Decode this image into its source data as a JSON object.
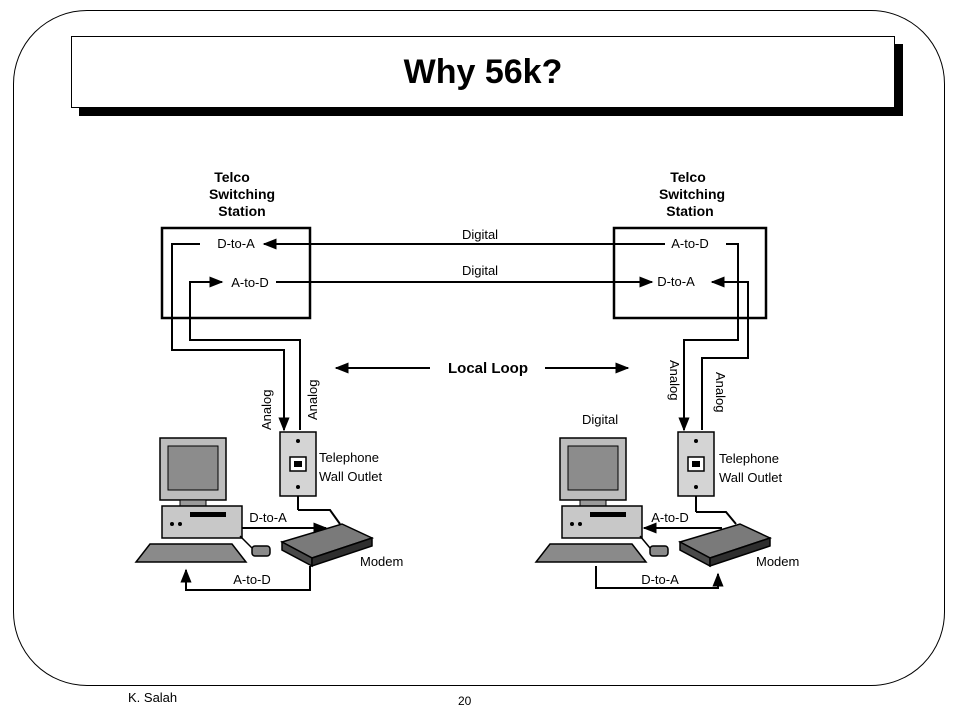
{
  "slide": {
    "title": "Why 56k?",
    "author": "K. Salah",
    "page_number": "20"
  },
  "diagram": {
    "left_station": {
      "title_line1": "Telco",
      "title_line2": "Switching",
      "title_line3": "Station",
      "converter_top": "D-to-A",
      "converter_bottom": "A-to-D"
    },
    "right_station": {
      "title_line1": "Telco",
      "title_line2": "Switching",
      "title_line3": "Station",
      "converter_top": "A-to-D",
      "converter_bottom": "D-to-A"
    },
    "trunk_label_top": "Digital",
    "trunk_label_bottom": "Digital",
    "local_loop_label": "Local Loop",
    "left_side": {
      "analog_label_1": "Analog",
      "analog_label_2": "Analog",
      "outlet_line1": "Telephone",
      "outlet_line2": "Wall Outlet",
      "modem_label": "Modem",
      "pc_to_modem_label": "D-to-A",
      "modem_to_pc_label": "A-to-D"
    },
    "right_side": {
      "digital_label": "Digital",
      "analog_label_1": "Analog",
      "analog_label_2": "Analog",
      "outlet_line1": "Telephone",
      "outlet_line2": "Wall Outlet",
      "modem_label": "Modem",
      "modem_to_pc_label": "A-to-D",
      "pc_to_modem_label": "D-to-A"
    }
  }
}
